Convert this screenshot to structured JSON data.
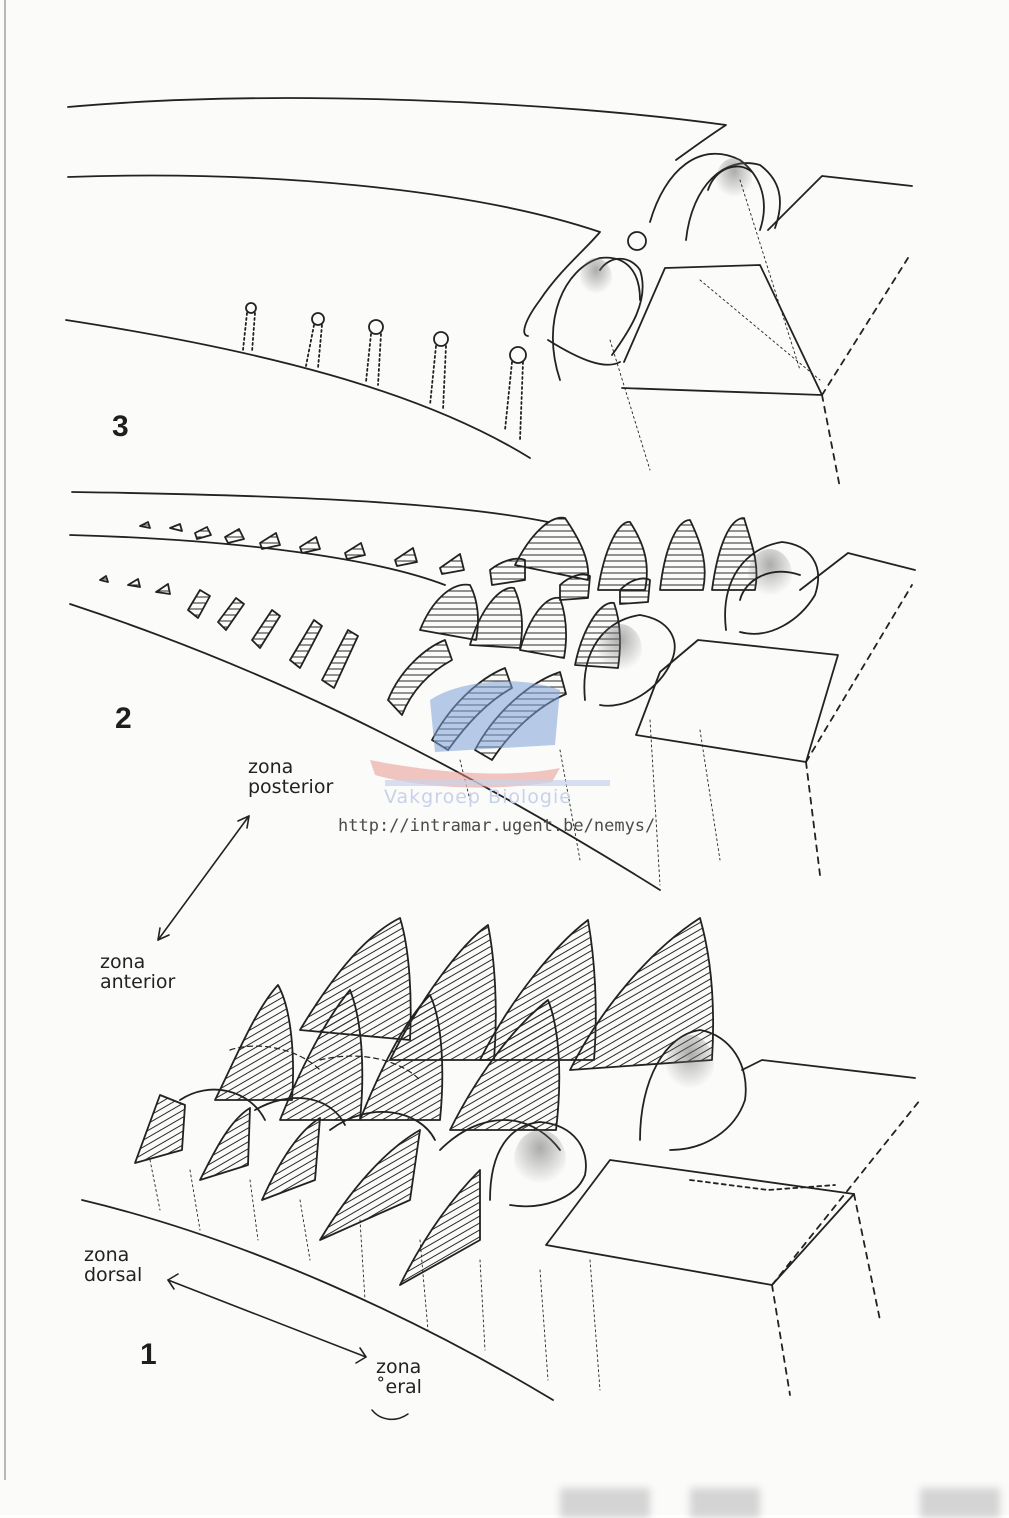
{
  "figure": {
    "panels": [
      {
        "number": "3"
      },
      {
        "number": "2"
      },
      {
        "number": "1"
      }
    ],
    "zone_labels": {
      "posterior": [
        "zona",
        "posterior"
      ],
      "anterior": [
        "zona",
        "anterior"
      ],
      "dorsal": [
        "zona",
        "dorsal"
      ],
      "lateral": [
        "zona",
        "˚eral"
      ]
    }
  },
  "watermark": {
    "name": "Vakgroep Biologie",
    "url": "http://intramar.ugent.be/nemys/",
    "colors": {
      "blue": "#7ea2d8",
      "red": "#e88f83"
    }
  },
  "colors": {
    "ink": "#222222",
    "paper": "#fbfbfa"
  }
}
